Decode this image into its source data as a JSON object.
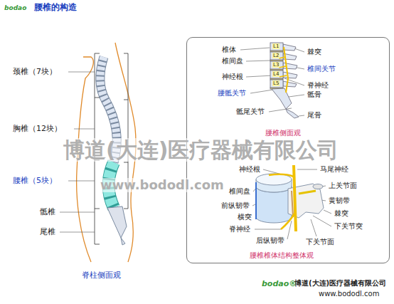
{
  "diagram": {
    "title": "腰椎的构造",
    "caption": "脊柱侧面观",
    "nodes": [
      {
        "text": [
          "腰椎侧面观",
          "腰椎椎体结构整体观"
        ]
      }
    ],
    "labels": [
      "bodao",
      "颈椎（7块）",
      "胸椎（12块）",
      "腰椎（5块）",
      "骶椎",
      "尾椎",
      "L1",
      "L2",
      "L3",
      "L4",
      "L5",
      "椎体",
      "椎间盘",
      "神经根",
      "腰骶关节",
      "骶尾关节",
      "棘突",
      "椎间关节",
      "脊神经",
      "骶骨",
      "尾骨",
      "神经根",
      "椎间盘",
      "前纵韧带",
      "横突",
      "脊神经",
      "后纵韧带",
      "马尾神经",
      "上关节面",
      "黄韧带",
      "棘突",
      "下关节突",
      "下关节面",
      "博道(大连)医疗器械有限公司",
      "www.bododl.com",
      "bodao®",
      "博道(大连)医疗器械有限公司",
      "www.bododl.com"
    ]
  }
}
